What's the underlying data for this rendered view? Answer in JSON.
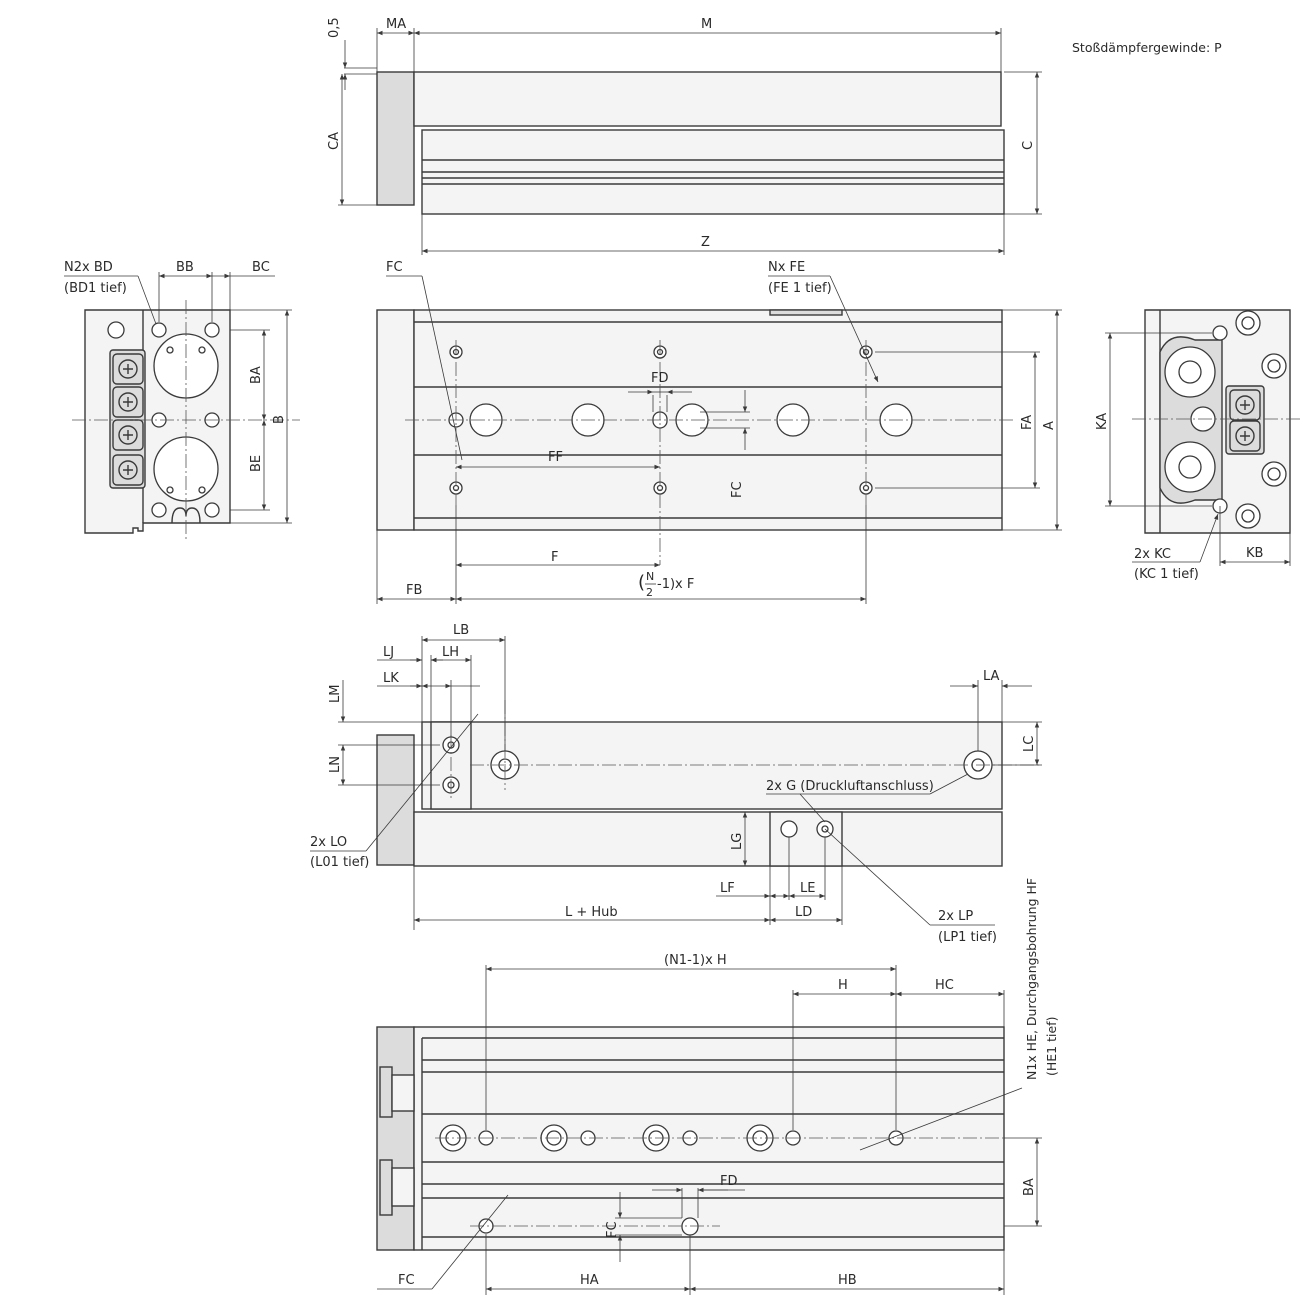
{
  "notes": {
    "shock_thread": "Stoßdämpfergewinde: P"
  },
  "top_view": {
    "d_05": "0,5",
    "d_MA": "MA",
    "d_M": "M",
    "d_CA": "CA",
    "d_C": "C",
    "d_Z": "Z"
  },
  "left_view": {
    "callout_bd": "N2x BD",
    "callout_bd1": "(BD1 tief)",
    "d_BB": "BB",
    "d_BC": "BC",
    "d_BA": "BA",
    "d_BE": "BE",
    "d_B": "B"
  },
  "front_view": {
    "callout_fc": "FC",
    "callout_fe": "Nx FE",
    "callout_fe1": "(FE 1 tief)",
    "d_FD": "FD",
    "d_FF": "FF",
    "d_FC": "FC",
    "d_FA": "FA",
    "d_A": "A",
    "d_F": "F",
    "d_FB": "FB",
    "d_NF_a": "N",
    "d_NF_b": "2",
    "d_NF_c": "-1)x F"
  },
  "right_view": {
    "d_KA": "KA",
    "callout_kc": "2x KC",
    "callout_kc1": "(KC 1 tief)",
    "d_KB": "KB"
  },
  "side_view": {
    "d_LB": "LB",
    "d_LJ": "LJ",
    "d_LH": "LH",
    "d_LK": "LK",
    "d_LM": "LM",
    "d_LN": "LN",
    "d_LA": "LA",
    "d_LC": "LC",
    "callout_g": "2x G (Druckluftanschluss)",
    "callout_lo": "2x LO",
    "callout_lo1": "(L01 tief)",
    "d_LG": "LG",
    "d_LF": "LF",
    "d_LE": "LE",
    "d_LHub": "L + Hub",
    "d_LD": "LD",
    "callout_lp": "2x LP",
    "callout_lp1": "(LP1 tief)"
  },
  "bottom_view": {
    "d_N1H": "(N1-1)x H",
    "d_H": "H",
    "d_HC": "HC",
    "callout_he": "N1x HE, Durchgangsbohrung HF",
    "callout_he1": "(HE1 tief)",
    "d_BA": "BA",
    "d_FD": "FD",
    "d_FC": "FC",
    "callout_fc": "FC",
    "d_HA": "HA",
    "d_HB": "HB"
  }
}
